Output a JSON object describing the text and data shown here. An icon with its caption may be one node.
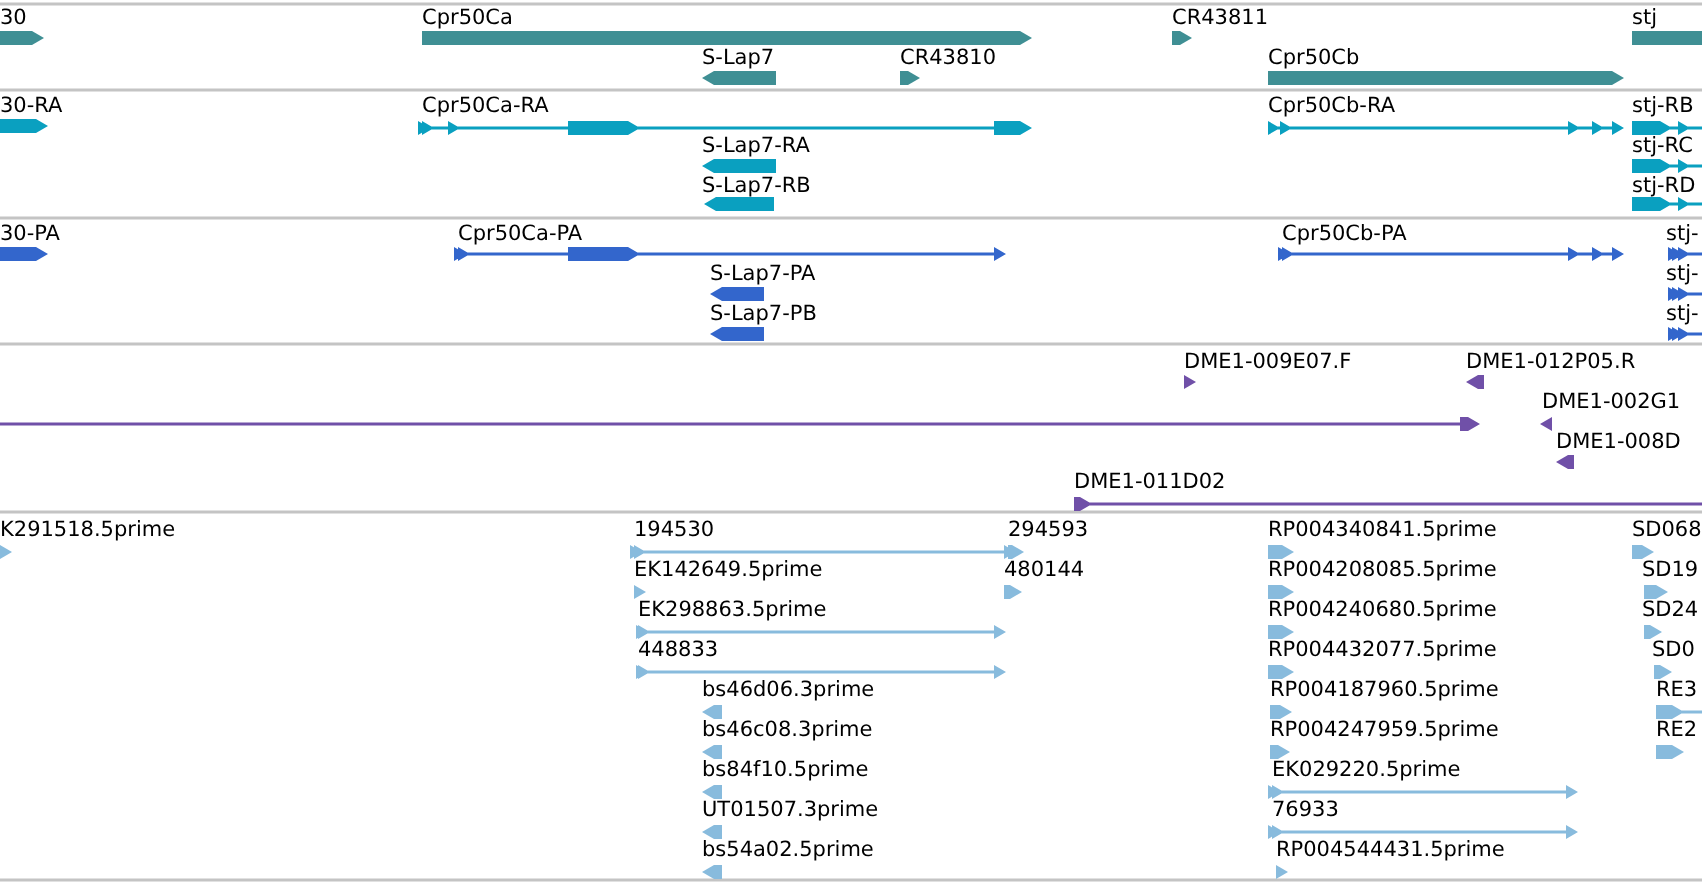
{
  "diagram": {
    "labels": [
      "30",
      "Cpr50Ca",
      "CR43811",
      "stj",
      "S-Lap7",
      "CR43810",
      "Cpr50Cb",
      "30-RA",
      "Cpr50Ca-RA",
      "Cpr50Cb-RA",
      "stj-RB",
      "S-Lap7-RA",
      "stj-RC",
      "S-Lap7-RB",
      "stj-RD",
      "30-PA",
      "Cpr50Ca-PA",
      "Cpr50Cb-PA",
      "stj-",
      "S-Lap7-PA",
      "stj-",
      "S-Lap7-PB",
      "stj-",
      "DME1-009E07.F",
      "DME1-012P05.R",
      "DME1-002G1",
      "DME1-008D",
      "DME1-011D02",
      "K291518.5prime",
      "194530",
      "294593",
      "RP004340841.5prime",
      "SD068",
      "EK142649.5prime",
      "480144",
      "RP004208085.5prime",
      "SD19",
      "EK298863.5prime",
      "RP004240680.5prime",
      "SD24",
      "448833",
      "RP004432077.5prime",
      "SD0",
      "bs46d06.3prime",
      "RP004187960.5prime",
      "RE3",
      "bs46c08.3prime",
      "RP004247959.5prime",
      "RE2",
      "bs84f10.5prime",
      "EK029220.5prime",
      "UT01507.3prime",
      "76933",
      "bs54a02.5prime",
      "RP004544431.5prime"
    ]
  }
}
